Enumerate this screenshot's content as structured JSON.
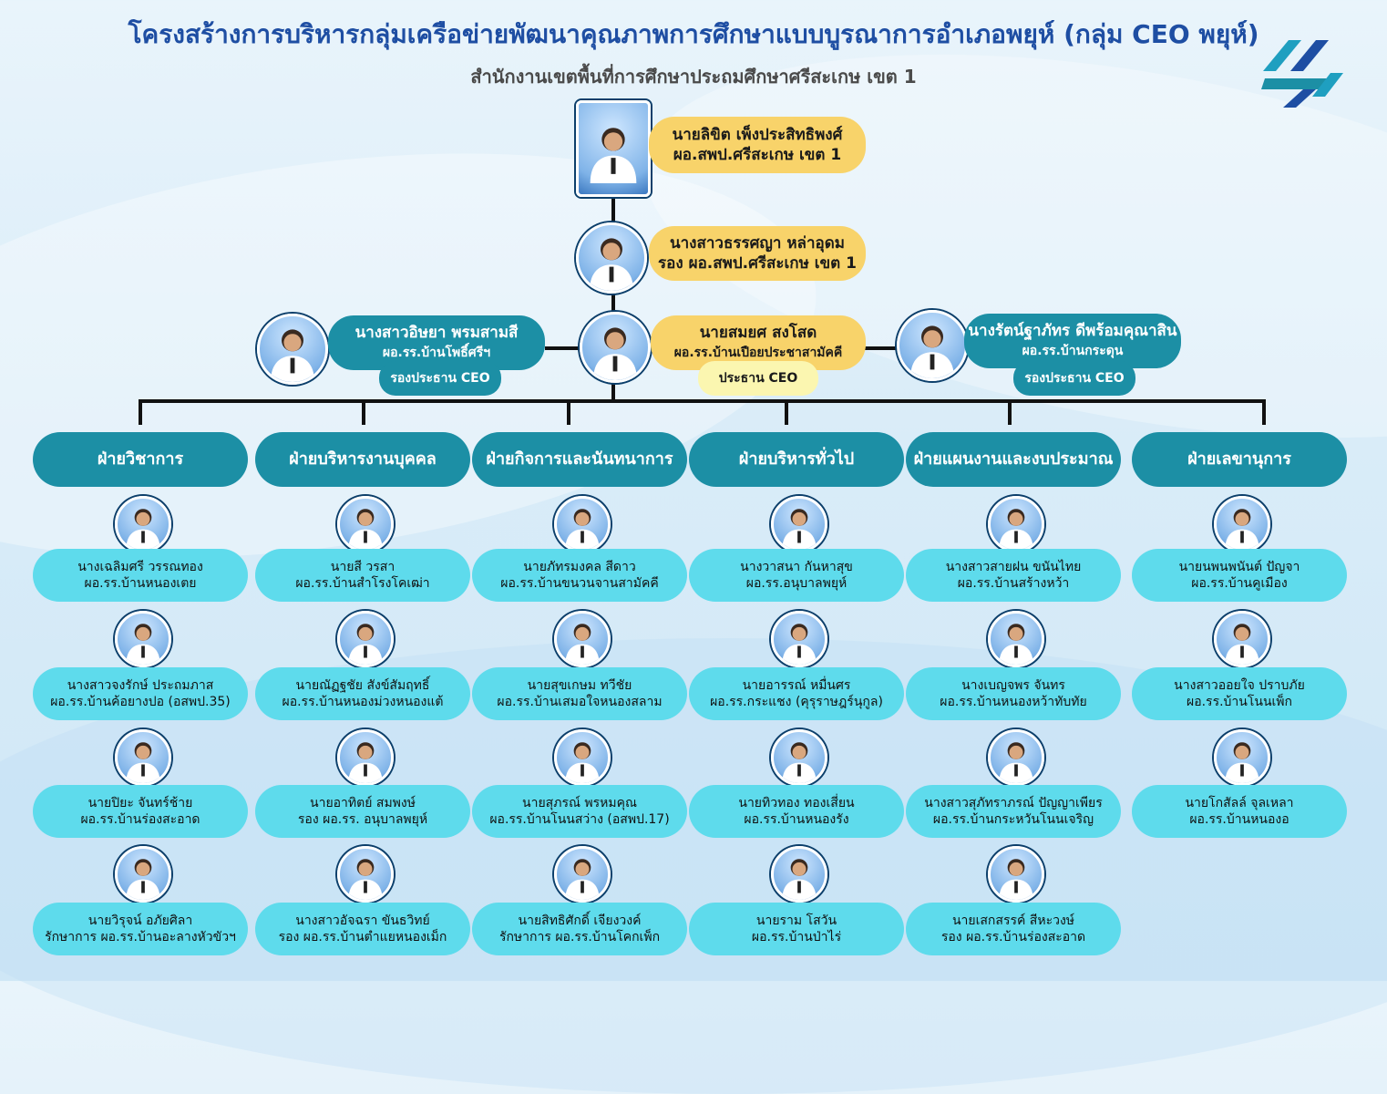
{
  "header": {
    "title": "โครงสร้างการบริหารกลุ่มเครือข่ายพัฒนาคุณภาพการศึกษาแบบบูรณาการอำเภอพยุห์ (กลุ่ม CEO พยุห์)",
    "subtitle": "สำนักงานเขตพื้นที่การศึกษาประถมศึกษาศรีสะเกษ เขต 1"
  },
  "colors": {
    "title": "#1e4ea3",
    "dept_header": "#1c8fa5",
    "member_card": "#5edbec",
    "leader_pill": "#f8d36a",
    "ceo_badge": "#fbf6b0"
  },
  "director": {
    "name": "นายลิขิต เพ็งประสิทธิพงศ์",
    "position": "ผอ.สพป.ศรีสะเกษ เขต 1"
  },
  "deputy": {
    "name": "นางสาวธรรศญา หล่าอุดม",
    "position": "รอง ผอ.สพป.ศรีสะเกษ เขต 1"
  },
  "ceo_chair": {
    "name": "นายสมยศ  สงโสด",
    "position": "ผอ.รร.บ้านเปือยประชาสามัคคี",
    "role": "ประธาน CEO"
  },
  "vice_left": {
    "name": "นางสาวอิษยา พรมสามสี",
    "position": "ผอ.รร.บ้านโพธิ์ศรีฯ",
    "role": "รองประธาน CEO"
  },
  "vice_right": {
    "name": "นางรัตน์ฐาภัทร ดีพร้อมคุณาสิน",
    "position": "ผอ.รร.บ้านกระดุน",
    "role": "รองประธาน CEO"
  },
  "departments": [
    {
      "title": "ฝ่ายวิชาการ",
      "members": [
        {
          "name": "นางเฉลิมศรี วรรณทอง",
          "position": "ผอ.รร.บ้านหนองเตย"
        },
        {
          "name": "นางสาวจงรักษ์ ประถมภาส",
          "position": "ผอ.รร.บ้านค้อยางปอ (อสพป.35)"
        },
        {
          "name": "นายปิยะ จันทร์ช้าย",
          "position": "ผอ.รร.บ้านร่องสะอาด"
        },
        {
          "name": "นายวิรุจน์ อภัยศิลา",
          "position": "รักษาการ ผอ.รร.บ้านอะลางหัวขัวฯ"
        }
      ]
    },
    {
      "title": "ฝ่ายบริหารงานบุคคล",
      "members": [
        {
          "name": "นายสี วรสา",
          "position": "ผอ.รร.บ้านสำโรงโคเฒ่า"
        },
        {
          "name": "นายณัฏฐชัย สังข์สัมฤทธิ์",
          "position": "ผอ.รร.บ้านหนองม่วงหนองแต้"
        },
        {
          "name": "นายอาทิตย์ สมพงษ์",
          "position": "รอง ผอ.รร. อนุบาลพยุห์"
        },
        {
          "name": "นางสาวอัจฉรา ขันธวิทย์",
          "position": "รอง ผอ.รร.บ้านตำแยหนองเม็ก"
        }
      ]
    },
    {
      "title": "ฝ่ายกิจการและนันทนาการ",
      "members": [
        {
          "name": "นายภัทรมงคล สีดาว",
          "position": "ผอ.รร.บ้านขนวนจานสามัคคี"
        },
        {
          "name": "นายสุขเกษม  ทวีชัย",
          "position": "ผอ.รร.บ้านเสมอใจหนองสลาม"
        },
        {
          "name": "นายสุภรณ์ พรหมคุณ",
          "position": "ผอ.รร.บ้านโนนสว่าง (อสพป.17)"
        },
        {
          "name": "นายสิทธิศักดิ์  เจียงวงค์",
          "position": "รักษาการ ผอ.รร.บ้านโคกเพ็ก"
        }
      ]
    },
    {
      "title": "ฝ่ายบริหารทั่วไป",
      "members": [
        {
          "name": "นางวาสนา กันหาสุข",
          "position": "ผอ.รร.อนุบาลพยุห์"
        },
        {
          "name": "นายอารรณ์ หมื่นศร",
          "position": "ผอ.รร.กระแชง (คุรุราษฎร์นุกูล)"
        },
        {
          "name": "นายทิวทอง ทองเสี่ยน",
          "position": "ผอ.รร.บ้านหนองรัง"
        },
        {
          "name": "นายราม โสวัน",
          "position": "ผอ.รร.บ้านป่าไร่"
        }
      ]
    },
    {
      "title": "ฝ่ายแผนงานและงบประมาณ",
      "members": [
        {
          "name": "นางสาวสายฝน ขนันไทย",
          "position": "ผอ.รร.บ้านสร้างหว้า"
        },
        {
          "name": "นางเบญจพร จันทร",
          "position": "ผอ.รร.บ้านหนองหว้าทับทัย"
        },
        {
          "name": "นางสาวสุภัทราภรณ์ ปัญญาเพียร",
          "position": "ผอ.รร.บ้านกระหวันโนนเจริญ"
        },
        {
          "name": "นายเสกสรรค์  สีหะวงษ์",
          "position": "รอง ผอ.รร.บ้านร่องสะอาด"
        }
      ]
    },
    {
      "title": "ฝ่ายเลขานุการ",
      "members": [
        {
          "name": "นายนพนพนันต์  ปัญจา",
          "position": "ผอ.รร.บ้านคูเมือง"
        },
        {
          "name": "นางสาวออยใจ  ปราบภัย",
          "position": "ผอ.รร.บ้านโนนเพ็ก"
        },
        {
          "name": "นายโกสัลล์  จุลเหลา",
          "position": "ผอ.รร.บ้านหนองอ"
        }
      ]
    }
  ]
}
